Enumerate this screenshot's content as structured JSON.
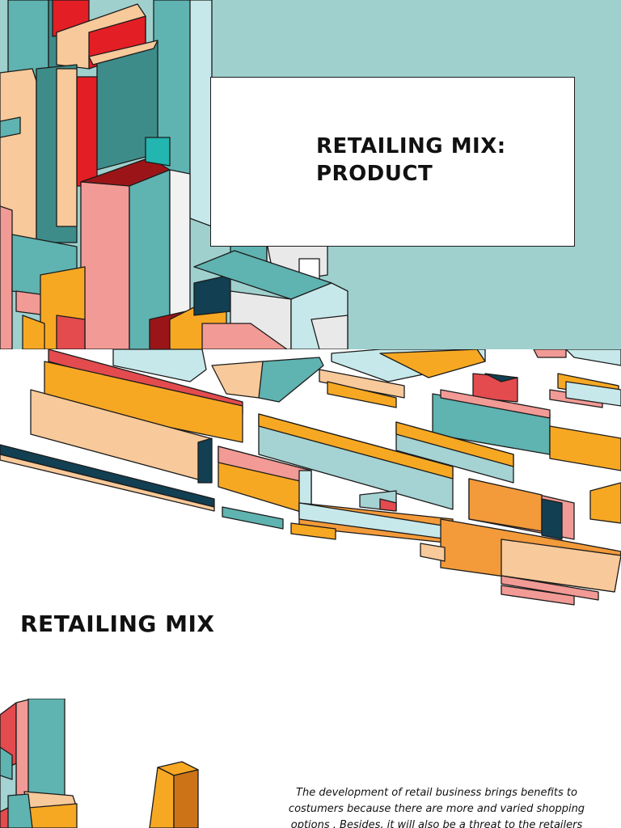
{
  "slides": [
    {
      "title_line1": "RETAILING MIX:",
      "title_line2": "PRODUCT",
      "illustration": "isometric-city-blocks",
      "colors": {
        "background": "#9fd0cd",
        "teal": "#5fb3b0",
        "red": "#e31e24",
        "peach": "#f8c99a",
        "pink": "#f29a95",
        "orange": "#f7a823",
        "navy": "#123f52"
      }
    },
    {
      "illustration": "isometric-city-map"
    },
    {
      "heading": "RETAILING MIX",
      "body_lines": [
        "The development of retail business brings benefits to",
        "costumers because there are more and varied shopping",
        "options . Besides, it will also be a threat to the retailers"
      ],
      "illustration": "isometric-towers"
    }
  ]
}
